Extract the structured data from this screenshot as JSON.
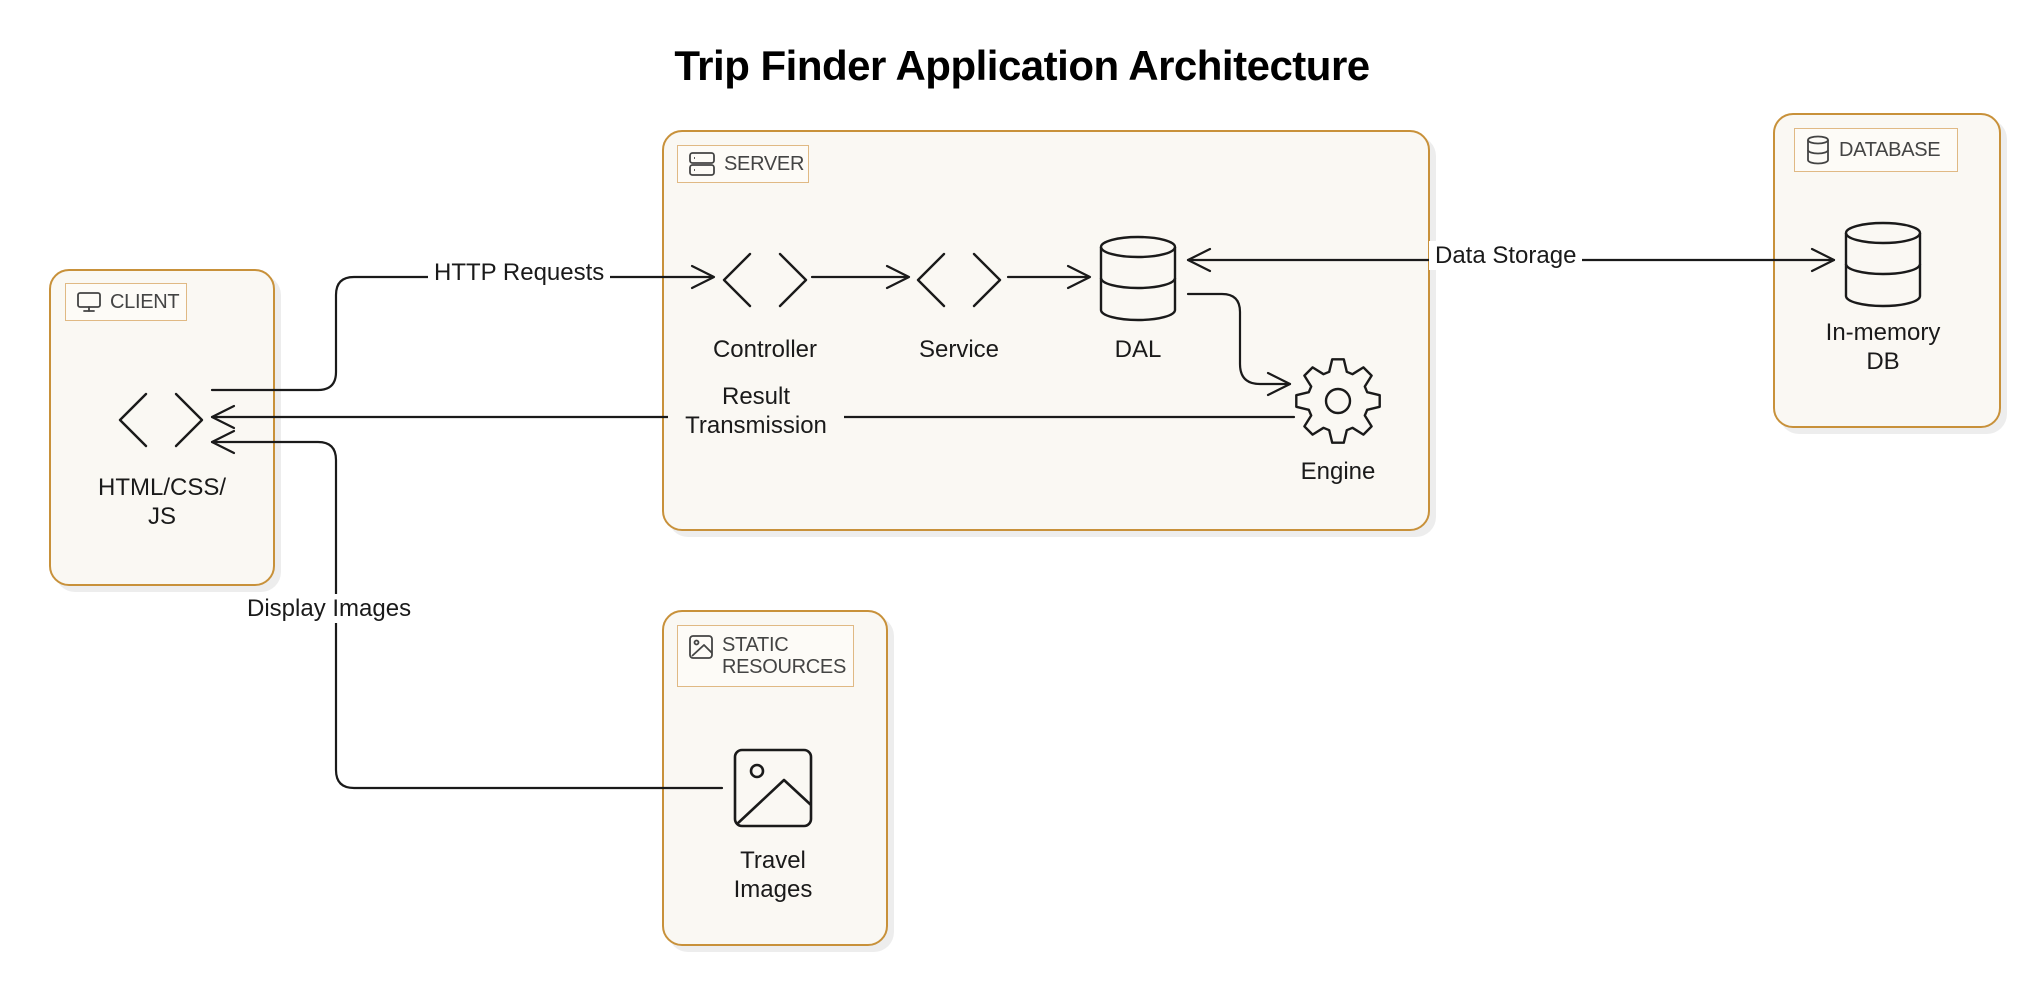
{
  "title": "Trip Finder Application Architecture",
  "groups": {
    "client": {
      "label": "CLIENT",
      "icon": "monitor-icon"
    },
    "server": {
      "label": "SERVER",
      "icon": "server-icon"
    },
    "database": {
      "label": "DATABASE",
      "icon": "database-icon"
    },
    "static": {
      "label_line1": "STATIC",
      "label_line2": "RESOURCES",
      "icon": "image-icon"
    }
  },
  "nodes": {
    "html": {
      "line1": "HTML/CSS/",
      "line2": "JS",
      "icon": "code-brackets-icon"
    },
    "controller": {
      "label": "Controller",
      "icon": "code-brackets-icon"
    },
    "service": {
      "label": "Service",
      "icon": "code-brackets-icon"
    },
    "dal": {
      "label": "DAL",
      "icon": "database-icon"
    },
    "engine": {
      "label": "Engine",
      "icon": "gear-icon"
    },
    "inmemory": {
      "line1": "In-memory",
      "line2": "DB",
      "icon": "database-icon"
    },
    "travel": {
      "line1": "Travel",
      "line2": "Images",
      "icon": "image-icon"
    }
  },
  "edges": {
    "http": "HTTP Requests",
    "result_line1": "Result",
    "result_line2": "Transmission",
    "storage": "Data Storage",
    "images": "Display Images"
  },
  "colors": {
    "group_border": "#c8913a",
    "group_fill": "#faf8f3",
    "stroke": "#1a1a1a"
  }
}
